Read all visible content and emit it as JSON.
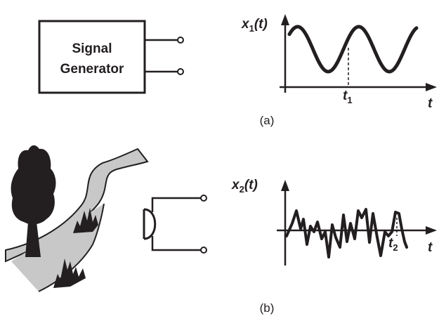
{
  "part_a": {
    "generator_label_line1": "Signal",
    "generator_label_line2": "Generator",
    "y_axis_label": {
      "name": "x",
      "sub": "1",
      "arg": "(t)"
    },
    "x_axis_label": "t",
    "time_marker": {
      "name": "t",
      "sub": "1"
    },
    "caption": "(a)"
  },
  "part_b": {
    "y_axis_label": {
      "name": "x",
      "sub": "2",
      "arg": "(t)"
    },
    "x_axis_label": "t",
    "time_marker": {
      "name": "t",
      "sub": "2"
    },
    "caption": "(b)"
  },
  "colors": {
    "ink": "#231f20",
    "road": "#c8c8c8",
    "background": "#ffffff"
  },
  "icons": {
    "tree": "tree-icon",
    "microphone": "microphone-icon",
    "terminal": "terminal-icon"
  }
}
